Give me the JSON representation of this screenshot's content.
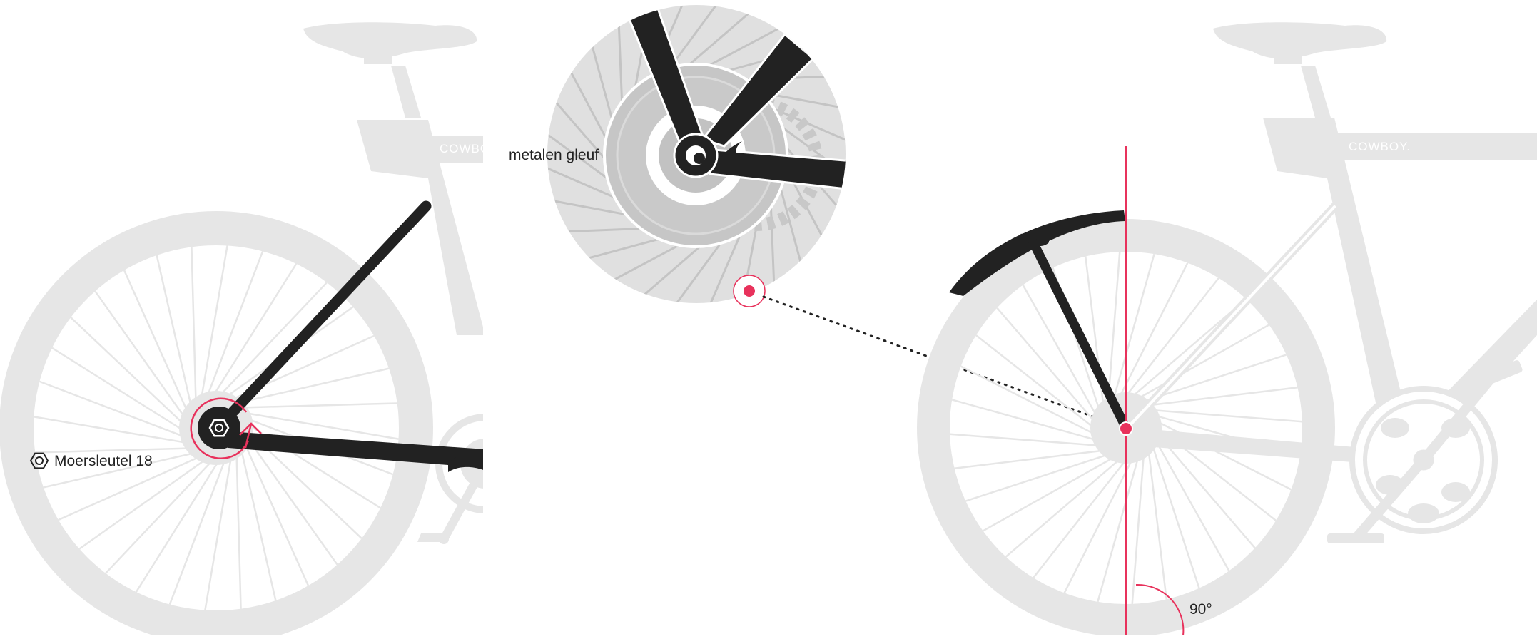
{
  "labels": {
    "wrench": "Moersleutel 18",
    "slot": "metalen gleuf",
    "angle": "90°"
  },
  "brand": {
    "left": "COWBO",
    "right": "COWBOY."
  },
  "colors": {
    "accent": "#e8325c",
    "part": "#222222",
    "bike": "#e6e6e6"
  },
  "icons": {
    "wrench": "hex-nut-icon",
    "rotate": "rotate-arrow-icon"
  }
}
